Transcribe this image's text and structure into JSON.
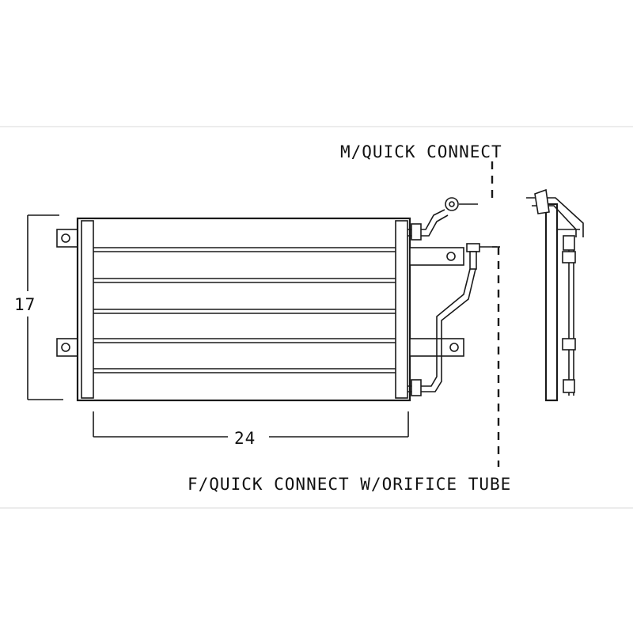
{
  "labels": {
    "m_quick_connect": "M/QUICK CONNECT",
    "f_quick_connect": "F/QUICK CONNECT W/ORIFICE TUBE",
    "height_dim": "17",
    "width_dim": "24"
  }
}
